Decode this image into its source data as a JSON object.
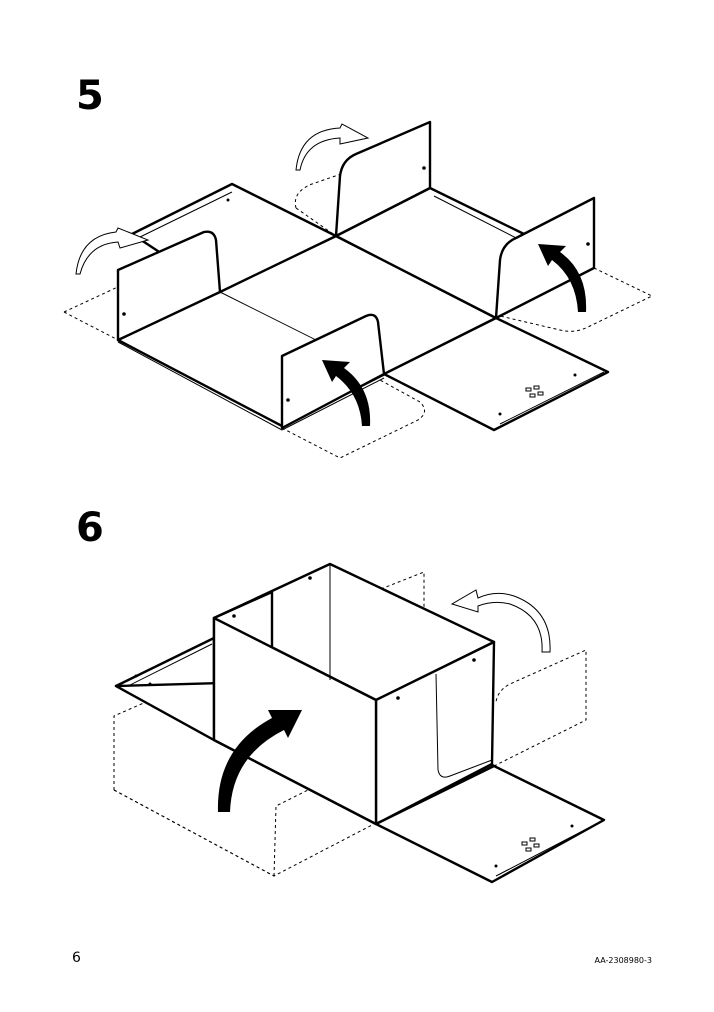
{
  "steps": [
    {
      "number": "5"
    },
    {
      "number": "6"
    }
  ],
  "footer": {
    "page_number": "6",
    "doc_code": "AA-2308980-3"
  }
}
